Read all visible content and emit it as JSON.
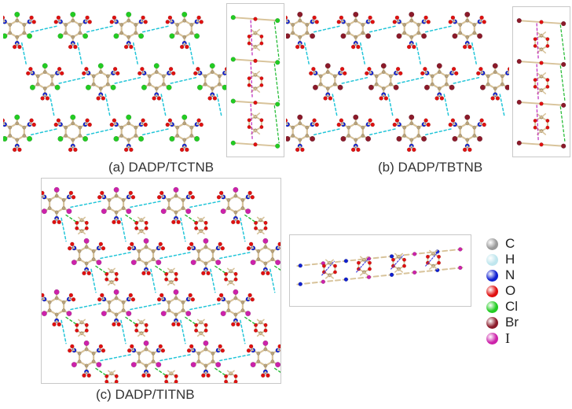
{
  "panels": {
    "a": {
      "caption": "(a) DADP/TCTNB",
      "halogen_color": "#22cc22"
    },
    "b": {
      "caption": "(b) DADP/TBTNB",
      "halogen_color": "#8b1a2a"
    },
    "c": {
      "caption": "(c) DADP/TITNB",
      "halogen_color": "#cc22aa"
    }
  },
  "legend": [
    {
      "symbol": "C",
      "color": "#9a9a9a"
    },
    {
      "symbol": "H",
      "color": "#bfe6ee"
    },
    {
      "symbol": "N",
      "color": "#1020d0"
    },
    {
      "symbol": "O",
      "color": "#e01010"
    },
    {
      "symbol": "Cl",
      "color": "#22cc22"
    },
    {
      "symbol": "Br",
      "color": "#8b1a2a"
    },
    {
      "symbol": "I",
      "color": "#cc22aa"
    }
  ],
  "colors": {
    "bond": "#d8c39a",
    "hbond_cyan": "#22c5d8",
    "hbond_green": "#22bb33",
    "contact_magenta": "#c030c0",
    "contact_blue": "#4040e0"
  }
}
